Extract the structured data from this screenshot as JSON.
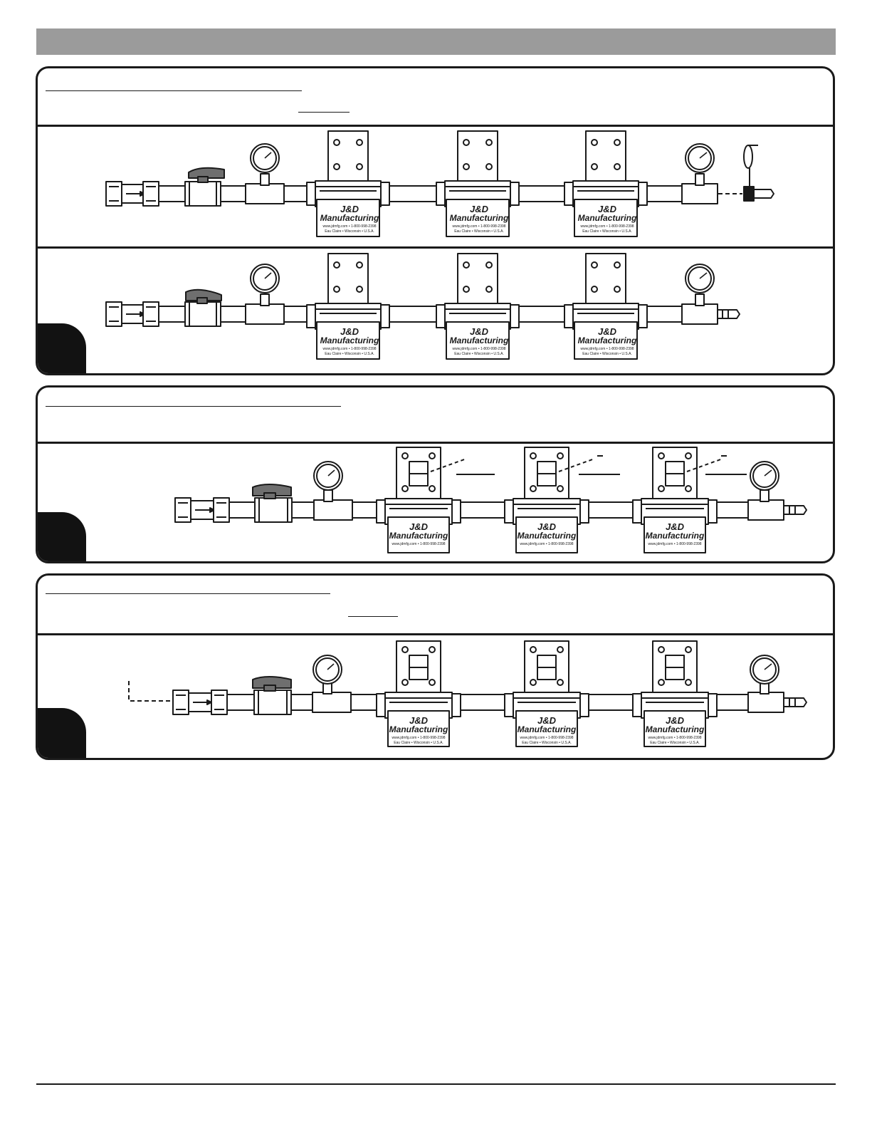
{
  "brand": {
    "logo_line1": "J&D",
    "logo_line2": "Manufacturing",
    "contact": "www.jdmfg.com • 1-800-998-2398",
    "location": "Eau Claire • Wisconsin • U.S.A."
  },
  "colors": {
    "header_bar": "#9b9b9b",
    "ink": "#1a1a1a",
    "valve_handle": "#6f6f6f"
  },
  "icons": [
    "inlet-coupler-icon",
    "ball-valve-icon",
    "pressure-gauge-icon",
    "filter-housing-icon",
    "hose-barb-icon",
    "thread-tape-icon"
  ]
}
